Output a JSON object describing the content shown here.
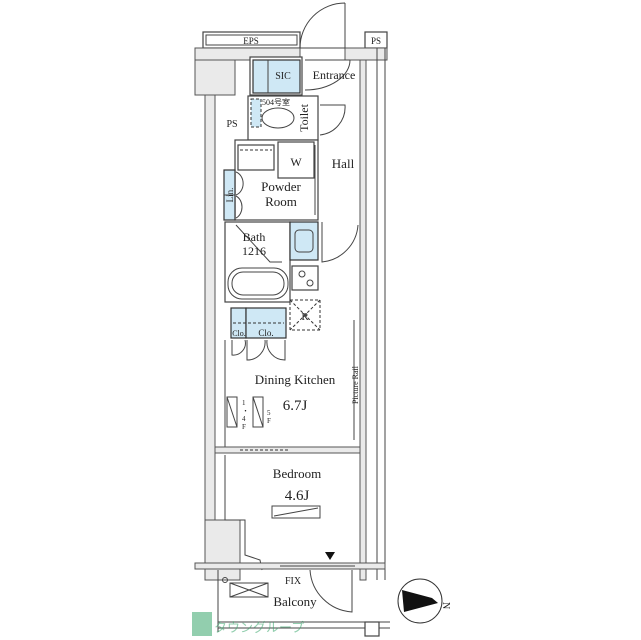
{
  "plan": {
    "unit_label": "504号室",
    "rooms": {
      "eps": "EPS",
      "ps_top": "PS",
      "ps_left": "PS",
      "sic": "SIC",
      "entrance": "Entrance",
      "toilet": "Toilet",
      "wash": "W",
      "hall": "Hall",
      "powder_line1": "Powder",
      "powder_line2": "Room",
      "linen": "Lin.",
      "bath_line1": "Bath",
      "bath_line2": "1216",
      "fridge": "R",
      "closet_small": "Clo.",
      "closet": "Clo.",
      "dining_kitchen": "Dining Kitchen",
      "dining_kitchen_size": "6.7J",
      "picture_rail": "Picture Rail",
      "floor_1_4": [
        "1",
        "・",
        "4",
        "F"
      ],
      "floor_5": [
        "5",
        "F"
      ],
      "bedroom": "Bedroom",
      "bedroom_size": "4.6J",
      "fix": "FIX",
      "balcony": "Balcony"
    },
    "compass": {
      "label": "N"
    },
    "watermark": {
      "text": "タウングループ",
      "color": "#3aa76d"
    },
    "colors": {
      "fixture_blue": "#cfe8f5",
      "wall": "#444444"
    }
  }
}
